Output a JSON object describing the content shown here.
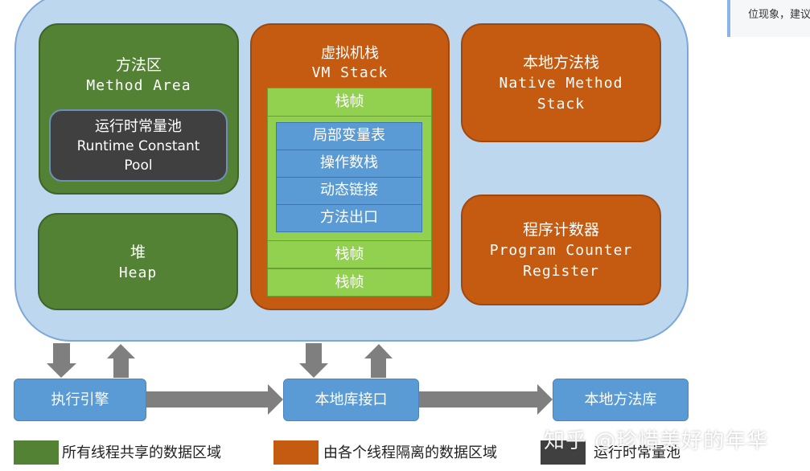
{
  "regions": {
    "method_area": {
      "zh": "方法区",
      "en": "Method Area"
    },
    "runtime_pool": {
      "zh": "运行时常量池",
      "en_line1": "Runtime Constant",
      "en_line2": "Pool"
    },
    "heap": {
      "zh": "堆",
      "en": "Heap"
    },
    "vm_stack": {
      "zh": "虚拟机栈",
      "en": "VM Stack"
    },
    "stack_frame_label": "栈帧",
    "frame_slots": [
      "局部变量表",
      "操作数栈",
      "动态链接",
      "方法出口"
    ],
    "native_stack": {
      "zh": "本地方法栈",
      "en_line1": "Native Method",
      "en_line2": "Stack"
    },
    "pc_register": {
      "zh": "程序计数器",
      "en_line1": "Program Counter",
      "en_line2": "Register"
    }
  },
  "bottom": {
    "exec_engine": "执行引擎",
    "native_interface": "本地库接口",
    "native_library": "本地方法库"
  },
  "legend": {
    "shared": "所有线程共享的数据区域",
    "isolated": "由各个线程隔离的数据区域",
    "runtime_pool": "运行时常量池"
  },
  "side_note": "位现象，建议",
  "watermark": "知乎 @珍惜美好的年华",
  "colors": {
    "shared_green": "#548235",
    "isolated_orange": "#c55a11",
    "frame_green": "#92d050",
    "slot_blue": "#5b9bd5",
    "pool_dark": "#404040",
    "container_blue": "#bdd7ee",
    "arrow_gray": "#7f7f7f"
  }
}
